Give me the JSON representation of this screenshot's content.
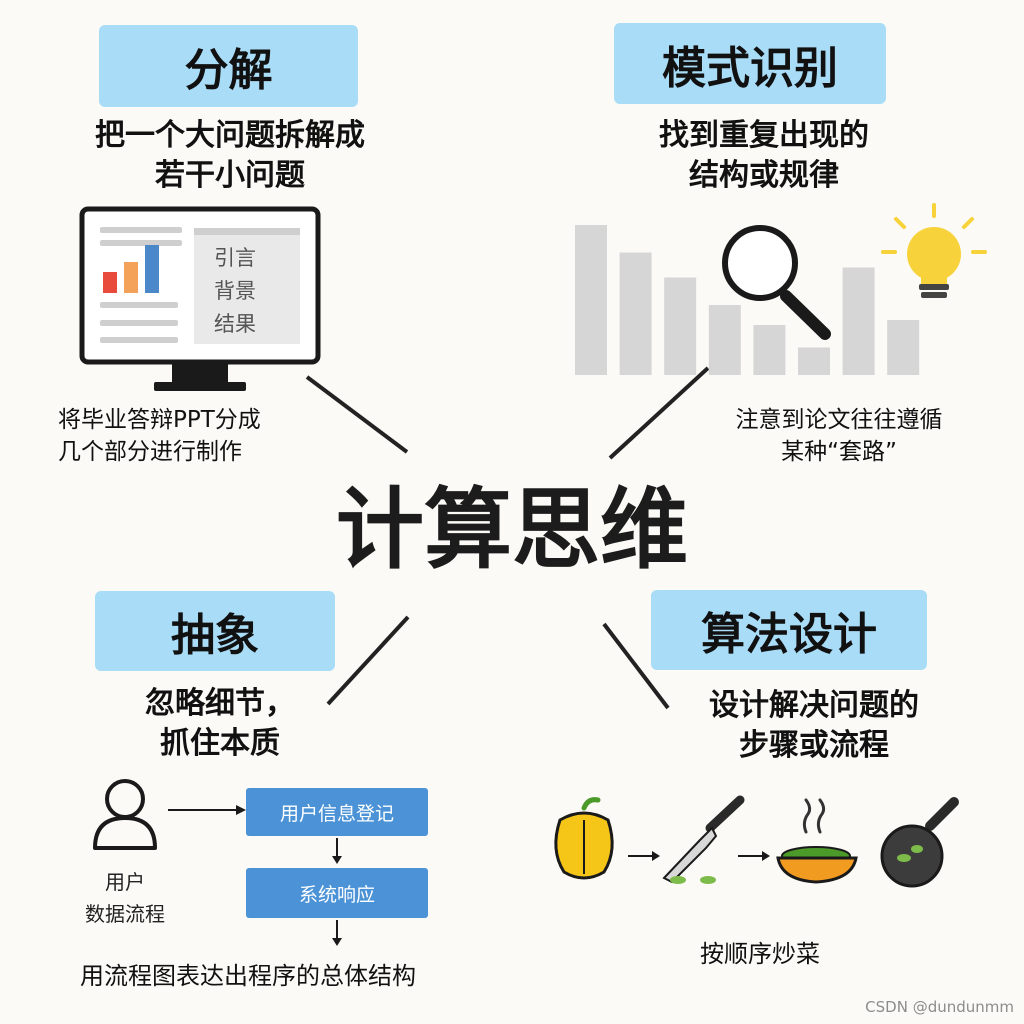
{
  "center": {
    "title": "计算思维"
  },
  "decomposition": {
    "label": "分解",
    "desc_line1": "把一个大问题拆解成",
    "desc_line2": "若干小问题",
    "screen_lines": [
      "引言",
      "背景",
      "结果"
    ],
    "example_line1": "将毕业答辩PPT分成",
    "example_line2": "几个部分进行制作",
    "icon": "monitor-icon"
  },
  "pattern": {
    "label": "模式识别",
    "desc_line1": "找到重复出现的",
    "desc_line2": "结构或规律",
    "example_line1": "注意到论文往往遵循",
    "example_line2": "某种“套路”",
    "bar_values": [
      6,
      4.9,
      3.9,
      2.8,
      2,
      1.1,
      4.3,
      2.2
    ],
    "icons": [
      "magnifier-icon",
      "lightbulb-icon"
    ]
  },
  "abstraction": {
    "label": "抽象",
    "desc_line1": "忽略细节，",
    "desc_line2": "抓住本质",
    "user_label_line1": "用户",
    "user_label_line2": "数据流程",
    "flow_step1": "用户信息登记",
    "flow_step2": "系统响应",
    "example": "用流程图表达出程序的总体结构",
    "icon": "user-icon"
  },
  "algorithm": {
    "label": "算法设计",
    "desc_line1": "设计解决问题的",
    "desc_line2": "步骤或流程",
    "example": "按顺序炒菜",
    "icons": [
      "pepper-icon",
      "knife-icon",
      "bowl-icon",
      "pan-icon"
    ]
  },
  "watermark": "CSDN @dundunmm",
  "colors": {
    "label_bg": "#a9dcf7",
    "flow_box": "#4b93d6",
    "bar_gray": "#d6d6d6",
    "bulb_yellow": "#f7d23a",
    "pepper_yellow": "#f5c518"
  }
}
